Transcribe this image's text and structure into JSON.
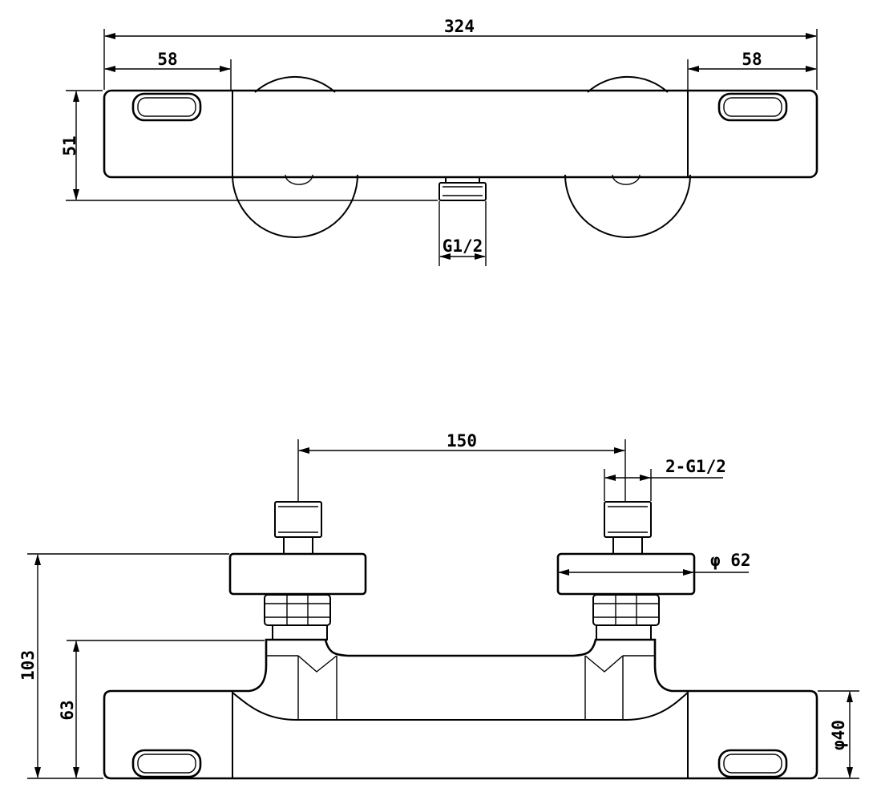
{
  "top_view": {
    "overall_width": "324",
    "left_cap_width": "58",
    "right_cap_width": "58",
    "body_height": "51",
    "outlet_thread": "G1/2"
  },
  "front_view": {
    "inlet_spacing": "150",
    "inlet_thread": "2-G1/2",
    "flange_diameter": "φ 62",
    "total_height": "103",
    "inlet_center_height": "63",
    "body_diameter": "φ40"
  },
  "colors": {
    "line": "#000000",
    "background": "#ffffff"
  }
}
